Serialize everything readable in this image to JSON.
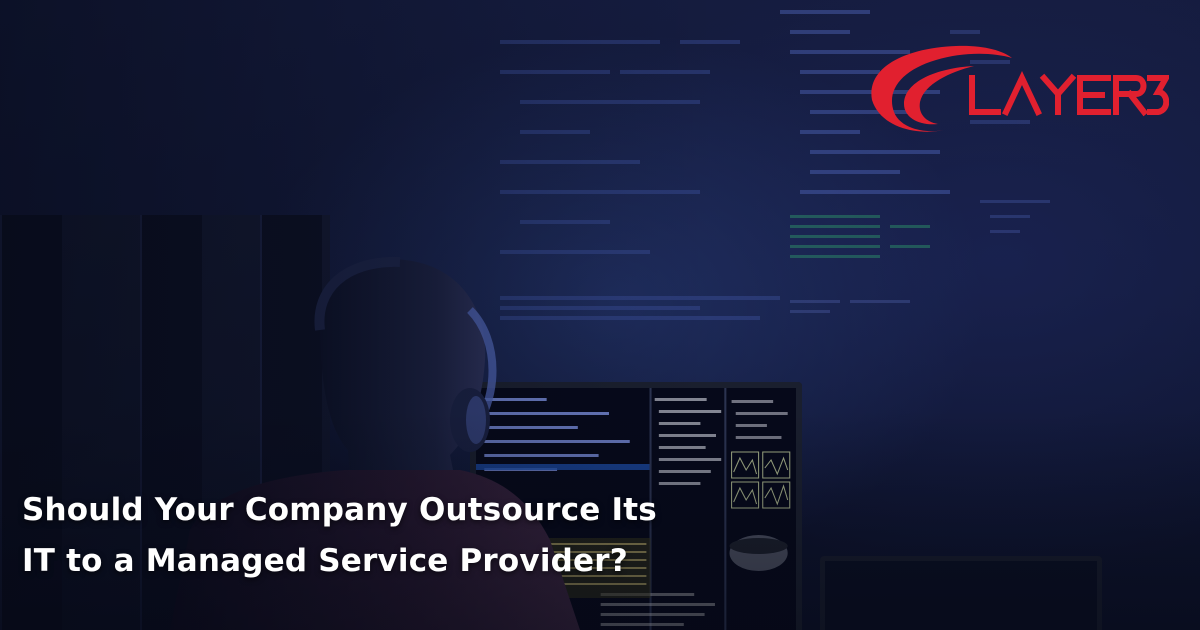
{
  "brand": {
    "name": "LAYER3",
    "logo_text": "LAYER3",
    "accent_color": "#e1202f"
  },
  "headline": {
    "line1": "Should Your Company Outsource Its",
    "line2": "IT to a Managed Service Provider?"
  },
  "background": {
    "scene": "developer-at-monitor",
    "base_color": "#121939"
  }
}
